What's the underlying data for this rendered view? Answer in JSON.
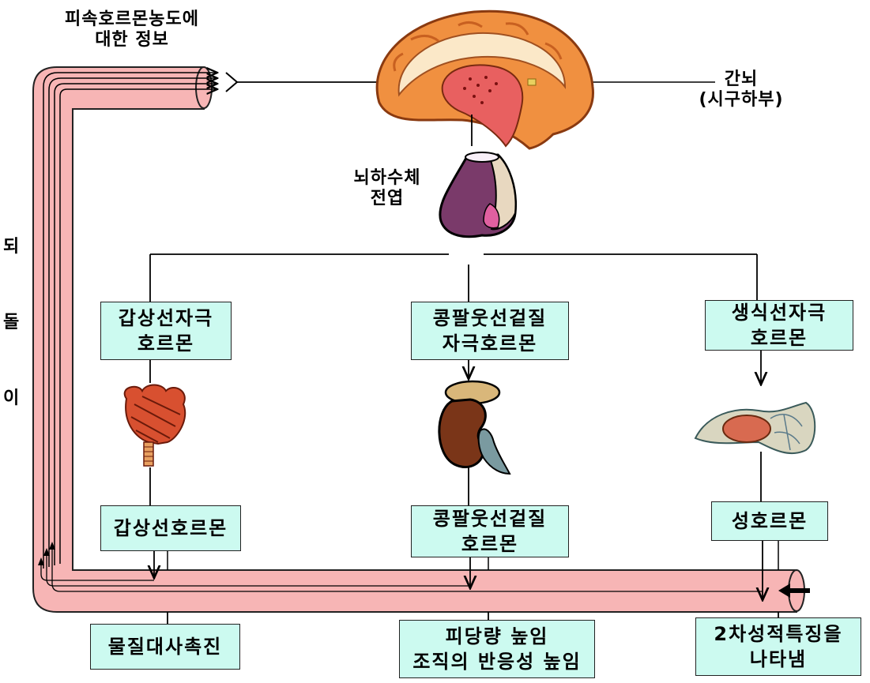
{
  "feedback_info_label": "피속호르몬농도에\n대한 정보",
  "hypothalamus_label": "간뇌\n(시구하부)",
  "pituitary_label": "뇌하수체\n전엽",
  "feedback_vertical": [
    "되",
    "돌",
    "이"
  ],
  "stimulating_hormones": {
    "thyroid": "갑상선자극\n호르몬",
    "adrenal": "콩팔웃선겉질\n자극호르몬",
    "gonad": "생식선자극\n호르몬"
  },
  "hormones": {
    "thyroid": "갑상선호르몬",
    "adrenal": "콩팔웃선겉질\n호르몬",
    "gonad": "성호르몬"
  },
  "effects": {
    "thyroid": "물질대사촉진",
    "adrenal": "피당량 높임\n조직의 반응성 높임",
    "gonad": "2차성적특징을\n나타냄"
  },
  "colors": {
    "box_fill": "#ccfaf0",
    "feedback_tube": "#f7b5b5",
    "brain_cortex": "#f09040",
    "pituitary": "#7a3a6a",
    "thyroid": "#d85030",
    "adrenal": "#7a3518",
    "gonad": "#d86a50"
  },
  "icons": [
    "brain-icon",
    "pituitary-gland-icon",
    "thyroid-gland-icon",
    "adrenal-kidney-icon",
    "gonad-icon"
  ]
}
